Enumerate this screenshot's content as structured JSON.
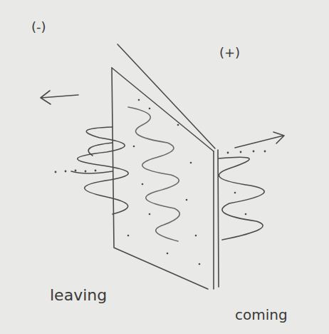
{
  "diagram": {
    "labels": [
      "(-)",
      "(+)",
      "leaving",
      "coming"
    ]
  }
}
